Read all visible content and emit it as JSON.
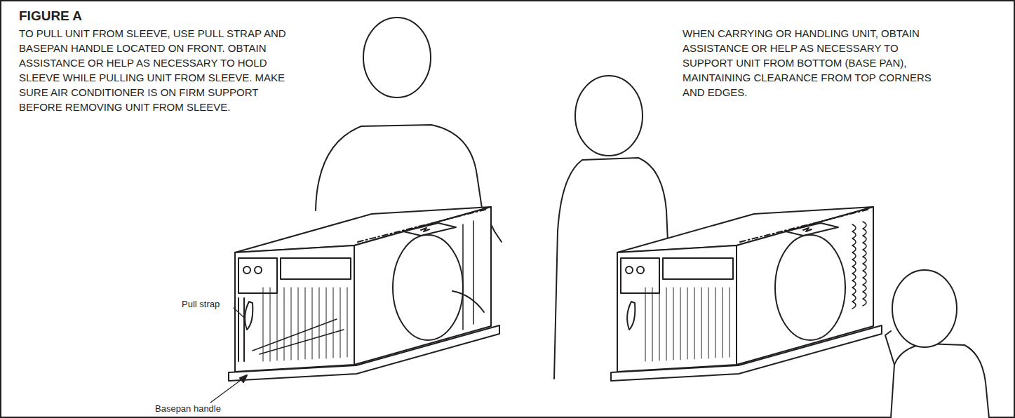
{
  "diagram": {
    "title": "FIGURE A",
    "labels": [
      "TO PULL UNIT FROM SLEEVE, USE PULL STRAP AND BASEPAN HANDLE LOCATED ON FRONT. OBTAIN ASSISTANCE OR HELP AS NECESSARY TO HOLD SLEEVE WHILE PULLING UNIT FROM SLEEVE. MAKE SURE AIR CONDITIONER IS ON FIRM SUPPORT BEFORE REMOVING UNIT FROM SLEEVE.",
      "WHEN CARRYING OR HANDLING UNIT, OBTAIN ASSISTANCE OR HELP AS NECESSARY TO SUPPORT UNIT FROM BOTTOM (BASE PAN), MAINTAINING CLEARANCE FROM TOP CORNERS AND EDGES.",
      "Pull strap",
      "Basepan handle"
    ]
  }
}
